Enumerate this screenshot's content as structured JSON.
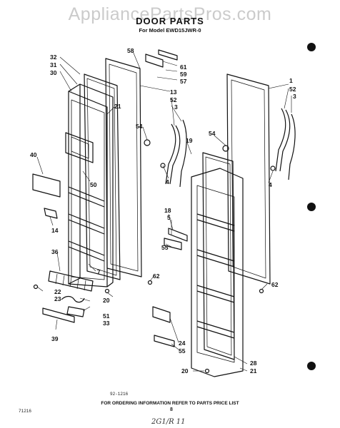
{
  "watermark": "AppliancePartsPros.com",
  "title": "DOOR PARTS",
  "subtitle": "For Model EWD15JWR-0",
  "footer": "FOR ORDERING INFORMATION REFER TO PARTS PRICE LIST",
  "drawing_code": "92-1216",
  "page_code": "71216",
  "page_number": "8",
  "handwritten_note": "2G1/R 11",
  "labels": [
    {
      "id": "l32",
      "text": "32"
    },
    {
      "id": "l31",
      "text": "31"
    },
    {
      "id": "l30",
      "text": "30"
    },
    {
      "id": "l58",
      "text": "58"
    },
    {
      "id": "l61",
      "text": "61"
    },
    {
      "id": "l59",
      "text": "59"
    },
    {
      "id": "l57",
      "text": "57"
    },
    {
      "id": "l13",
      "text": "13"
    },
    {
      "id": "l52a",
      "text": "52"
    },
    {
      "id": "l3a",
      "text": "3"
    },
    {
      "id": "l21a",
      "text": "21"
    },
    {
      "id": "l54a",
      "text": "54"
    },
    {
      "id": "l40",
      "text": "40"
    },
    {
      "id": "l4a",
      "text": "4"
    },
    {
      "id": "l50",
      "text": "50"
    },
    {
      "id": "l14",
      "text": "14"
    },
    {
      "id": "l1",
      "text": "1"
    },
    {
      "id": "l52b",
      "text": "52"
    },
    {
      "id": "l3b",
      "text": "3"
    },
    {
      "id": "l54b",
      "text": "54"
    },
    {
      "id": "l19",
      "text": "19"
    },
    {
      "id": "l4b",
      "text": "4"
    },
    {
      "id": "l18",
      "text": "18"
    },
    {
      "id": "l5",
      "text": "5"
    },
    {
      "id": "l55a",
      "text": "55"
    },
    {
      "id": "l36",
      "text": "36"
    },
    {
      "id": "l7",
      "text": "7"
    },
    {
      "id": "l62a",
      "text": "62"
    },
    {
      "id": "l62b",
      "text": "62"
    },
    {
      "id": "l22",
      "text": "22"
    },
    {
      "id": "l23",
      "text": "23"
    },
    {
      "id": "l20a",
      "text": "20"
    },
    {
      "id": "l51",
      "text": "51"
    },
    {
      "id": "l33",
      "text": "33"
    },
    {
      "id": "l39",
      "text": "39"
    },
    {
      "id": "l24",
      "text": "24"
    },
    {
      "id": "l55b",
      "text": "55"
    },
    {
      "id": "l28",
      "text": "28"
    },
    {
      "id": "l20b",
      "text": "20"
    },
    {
      "id": "l21b",
      "text": "21"
    }
  ]
}
